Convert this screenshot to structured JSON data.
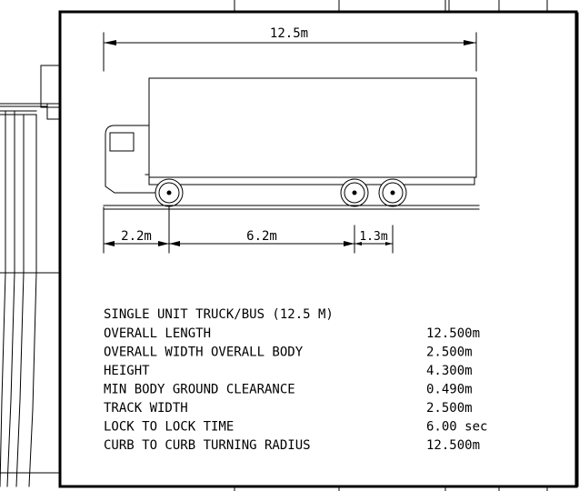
{
  "dimensions": {
    "overall_length": "12.5m",
    "front_overhang": "2.2m",
    "wheelbase": "6.2m",
    "axle_spread": "1.3m"
  },
  "title": "SINGLE UNIT TRUCK/BUS (12.5 M)",
  "specs": [
    {
      "label": "OVERALL LENGTH",
      "value": "12.500m"
    },
    {
      "label": "OVERALL WIDTH OVERALL BODY",
      "value": "2.500m"
    },
    {
      "label": "HEIGHT",
      "value": "4.300m"
    },
    {
      "label": "MIN BODY GROUND CLEARANCE",
      "value": "0.490m"
    },
    {
      "label": "TRACK WIDTH",
      "value": "2.500m"
    },
    {
      "label": "LOCK TO LOCK TIME",
      "value": "6.00 sec"
    },
    {
      "label": "CURB TO CURB TURNING RADIUS",
      "value": "12.500m"
    }
  ]
}
